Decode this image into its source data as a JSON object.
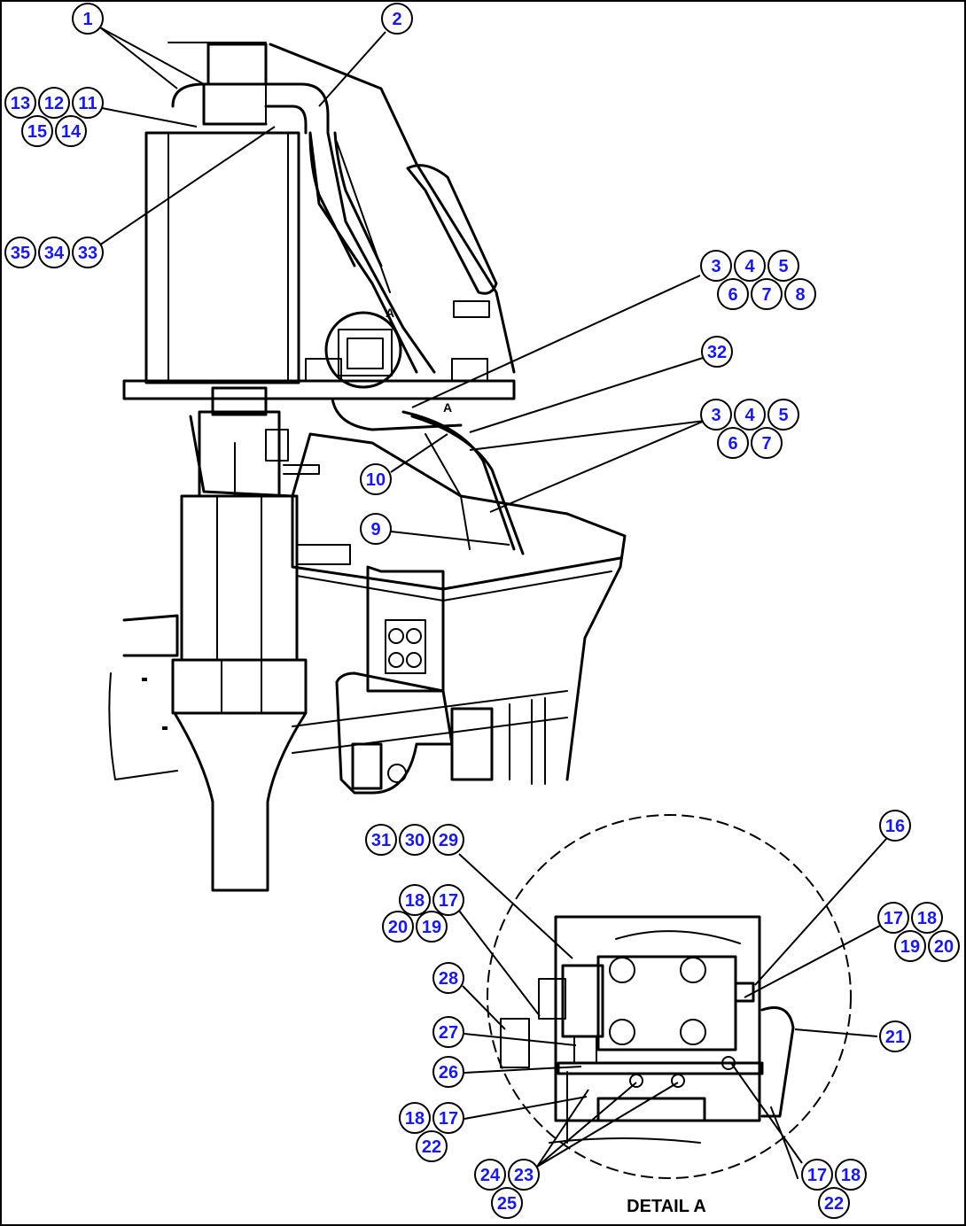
{
  "detail_label": "DETAIL A",
  "colors": {
    "callout_text": "#1a1ae6",
    "line": "#000000",
    "background": "#ffffff"
  },
  "callouts": [
    "1",
    "2",
    "13",
    "12",
    "11",
    "15",
    "14",
    "35",
    "34",
    "33",
    "3",
    "4",
    "5",
    "6",
    "7",
    "8",
    "32",
    "3",
    "4",
    "5",
    "6",
    "7",
    "10",
    "9",
    "16",
    "31",
    "30",
    "29",
    "18",
    "17",
    "20",
    "19",
    "17",
    "18",
    "19",
    "20",
    "28",
    "27",
    "26",
    "21",
    "18",
    "17",
    "22",
    "24",
    "23",
    "25",
    "17",
    "18",
    "22"
  ]
}
